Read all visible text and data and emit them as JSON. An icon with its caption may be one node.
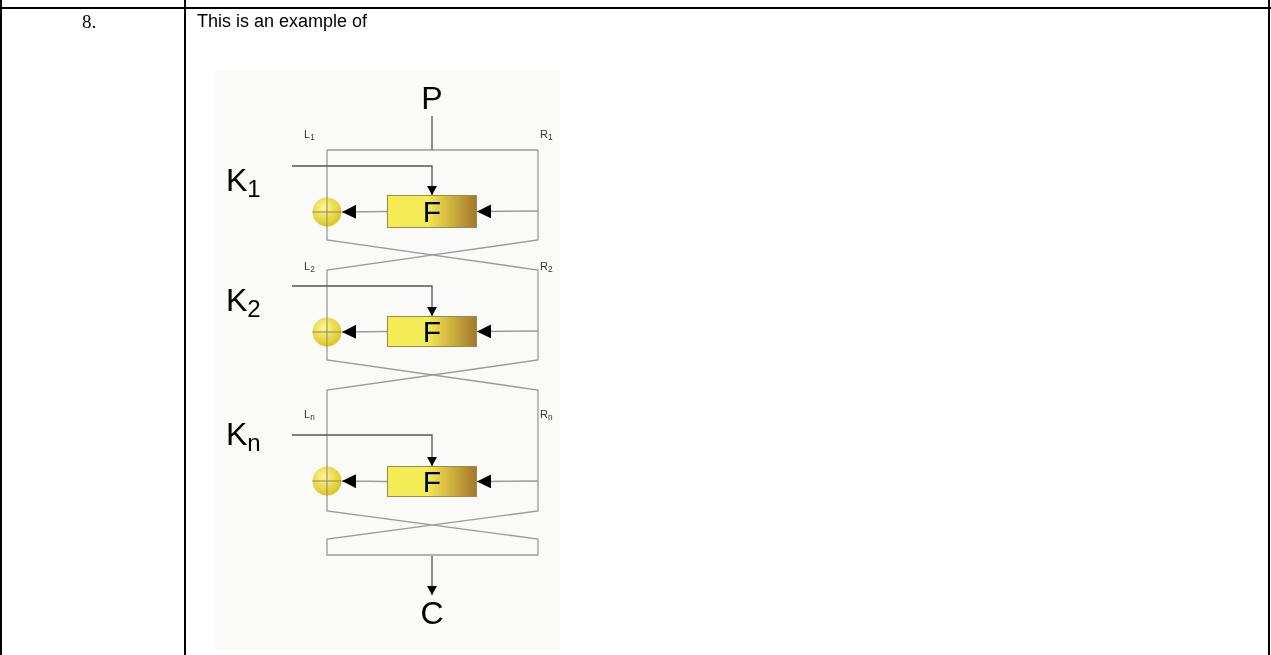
{
  "diagram": {
    "nodes": [
      {
        "text": [
          "P"
        ]
      },
      {
        "text": [
          "K$_{1}$"
        ]
      },
      {
        "text": [
          "F"
        ]
      },
      {
        "text": [],
        "shape": "circle"
      },
      {
        "text": [
          "K$_{2}$"
        ]
      },
      {
        "text": [
          "F"
        ]
      },
      {
        "text": [],
        "shape": "circle"
      },
      {
        "text": [
          "K$_{n}$"
        ]
      },
      {
        "text": [
          "F"
        ]
      },
      {
        "text": [],
        "shape": "circle"
      },
      {
        "text": [
          "C"
        ]
      }
    ],
    "edges": [
      {
        "from": 0,
        "to": null,
        "arrow": "none"
      },
      {
        "from": 1,
        "to": 2,
        "arrow": "to"
      },
      {
        "from": null,
        "to": 2,
        "arrow": "to"
      },
      {
        "from": 2,
        "to": 3,
        "arrow": "to"
      },
      {
        "from": 4,
        "to": 5,
        "arrow": "to"
      },
      {
        "from": null,
        "to": 5,
        "arrow": "to"
      },
      {
        "from": 5,
        "to": 6,
        "arrow": "to"
      },
      {
        "from": 7,
        "to": 8,
        "arrow": "to"
      },
      {
        "from": null,
        "to": 8,
        "arrow": "to"
      },
      {
        "from": 8,
        "to": 9,
        "arrow": "to"
      },
      {
        "from": null,
        "to": 10,
        "arrow": "to"
      }
    ],
    "labels": [
      "8.",
      "This is an example of",
      "L$_{1}$",
      "R$_{1}$",
      "L$_{2}$",
      "R$_{2}$",
      "L$_{n}$",
      "R$_{n}$"
    ]
  }
}
